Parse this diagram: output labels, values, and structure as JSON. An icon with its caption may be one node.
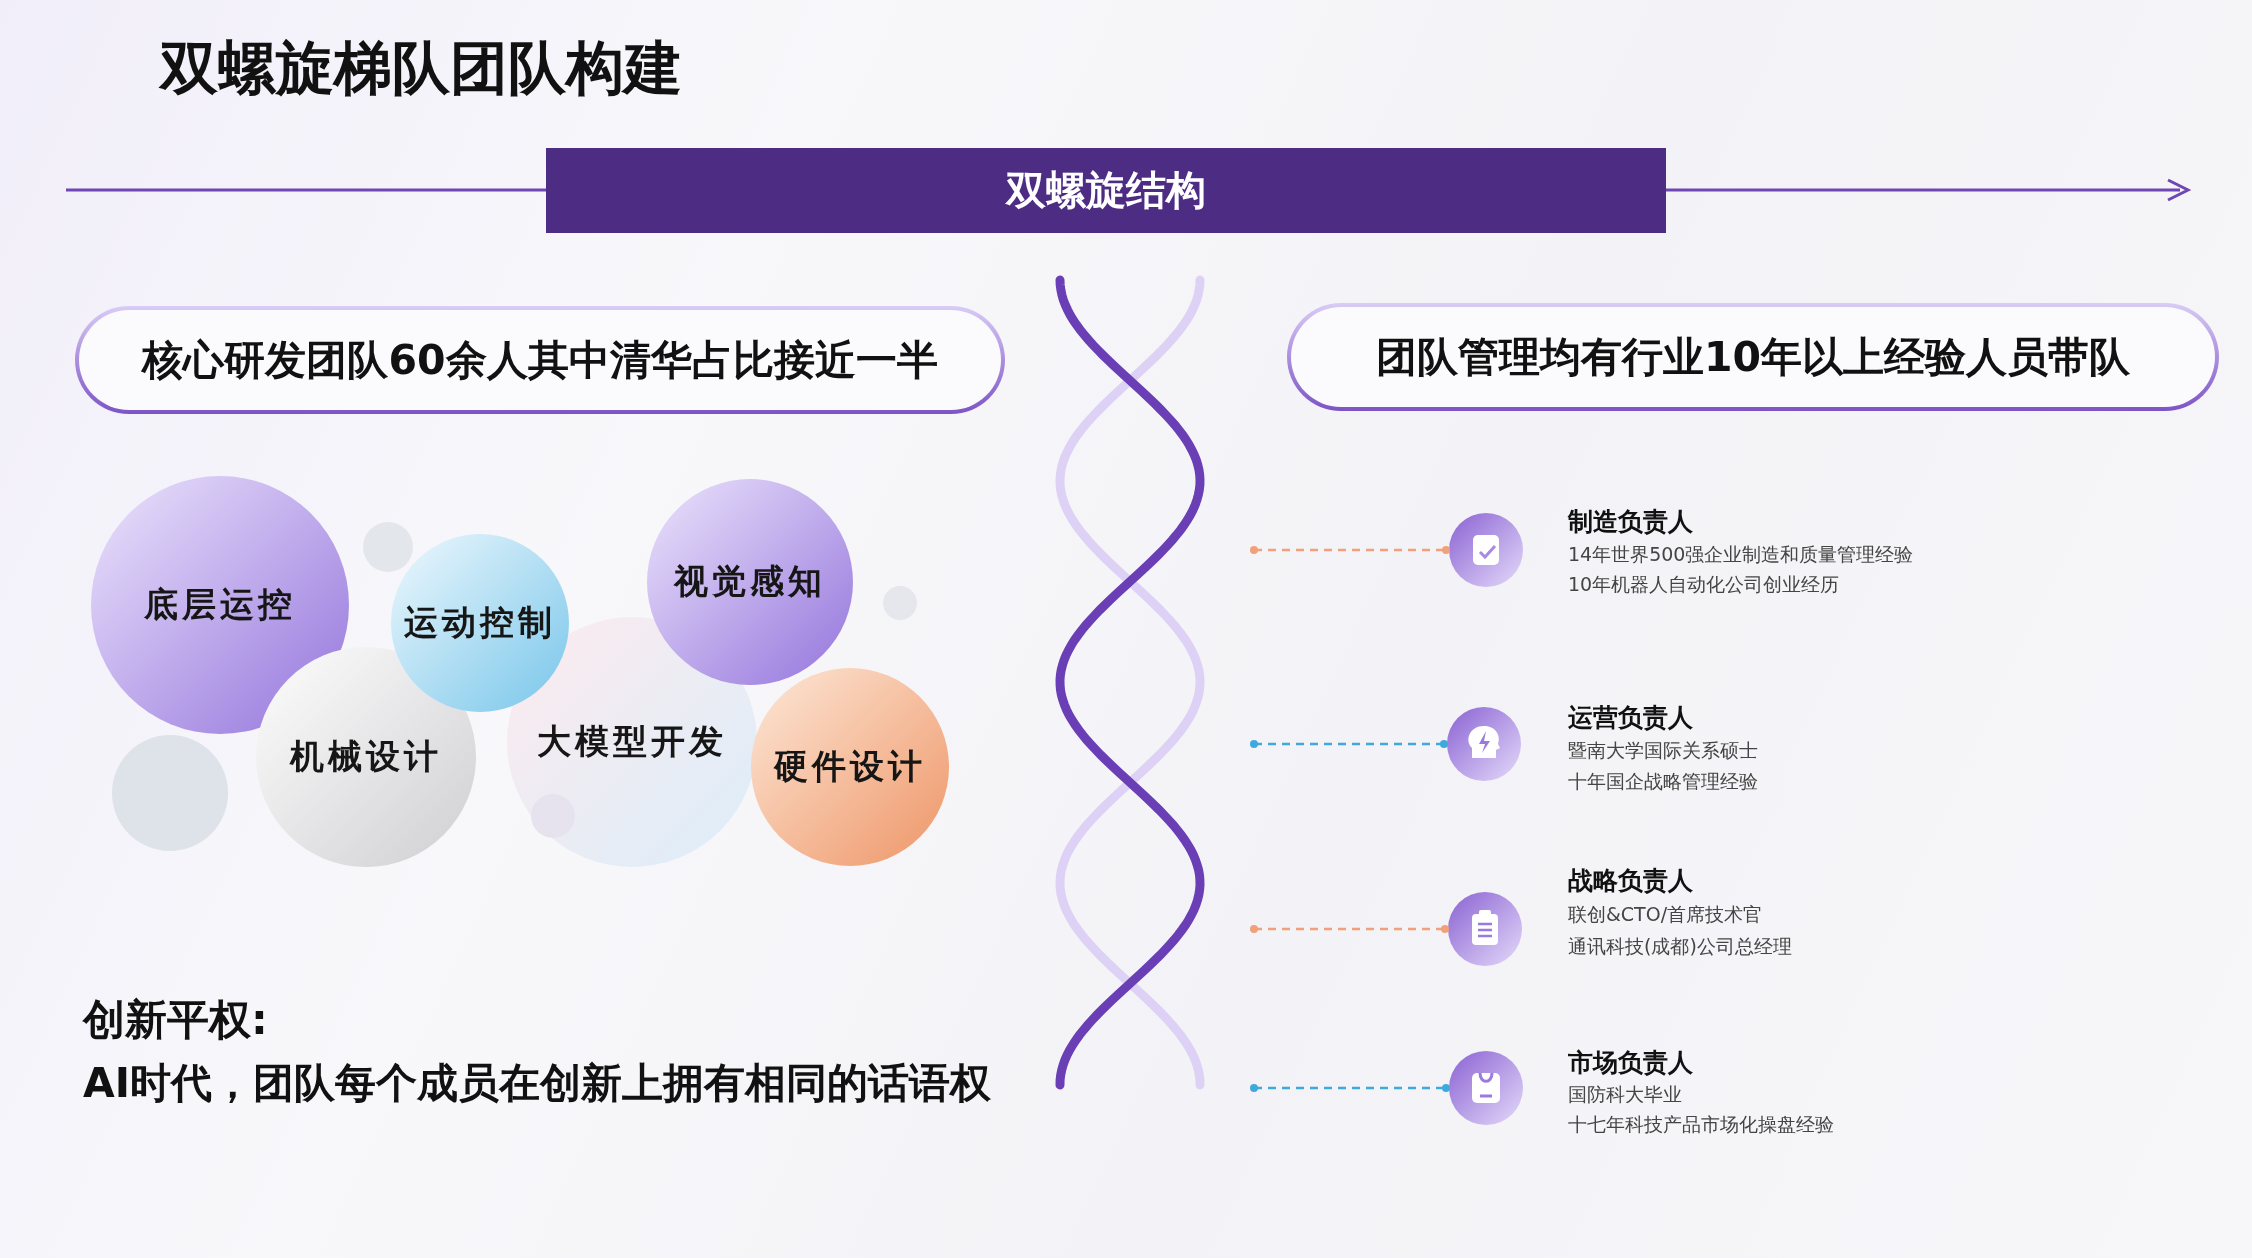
{
  "diagram": {
    "title": "双螺旋梯队团队构建",
    "nodes": [
      {
        "text": [
          "双螺旋结构"
        ]
      },
      {
        "text": [
          "核心研发团队60余人其中清华占比接近一半"
        ]
      },
      {
        "text": [
          "团队管理均有行业10年以上经验人员带队"
        ]
      },
      {
        "text": [
          "底层运控"
        ]
      },
      {
        "text": [
          "运动控制"
        ]
      },
      {
        "text": [
          "视觉感知"
        ]
      },
      {
        "text": [
          "机械设计"
        ]
      },
      {
        "text": [
          "大模型开发"
        ]
      },
      {
        "text": [
          "硬件设计"
        ]
      },
      {
        "text": [],
        "shape": "circle"
      },
      {
        "text": [],
        "shape": "circle"
      },
      {
        "text": [],
        "shape": "circle",
        "in": 7
      },
      {
        "text": [],
        "shape": "circle"
      },
      {
        "text": [],
        "shape": "circle",
        "beside": [
          "制造负责人",
          "14年世界500强企业制造和质量管理经验",
          "10年机器人自动化公司创业经历"
        ]
      },
      {
        "text": [],
        "shape": "circle",
        "beside": [
          "运营负责人",
          "暨南大学国际关系硕士",
          "十年国企战略管理经验"
        ]
      },
      {
        "text": [],
        "shape": "circle",
        "beside": [
          "战略负责人",
          "联创&CTO/首席技术官",
          "通讯科技(成都)公司总经理"
        ]
      },
      {
        "text": [],
        "shape": "circle",
        "beside": [
          "市场负责人",
          "国防科大毕业",
          "十七年科技产品市场化操盘经验"
        ]
      }
    ],
    "edges": [
      {
        "from": null,
        "to": 13,
        "arrow": "other",
        "style": "dashed",
        "color": "#f0a07a"
      },
      {
        "from": null,
        "to": 14,
        "arrow": "other",
        "style": "dashed",
        "color": "#3fa9de"
      },
      {
        "from": null,
        "to": 15,
        "arrow": "other",
        "style": "dashed",
        "color": "#f0a07a"
      },
      {
        "from": null,
        "to": 16,
        "arrow": "other",
        "style": "dashed",
        "color": "#3fa9de"
      }
    ],
    "labels": [
      "创新平权:",
      "AI时代，团队每个成员在创新上拥有相同的话语权"
    ]
  }
}
